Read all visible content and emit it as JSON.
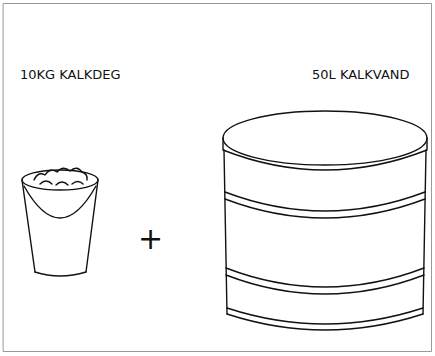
{
  "diagram": {
    "labels": [
      "10KG KALKDEG",
      "50L KALKVAND",
      "+"
    ]
  }
}
